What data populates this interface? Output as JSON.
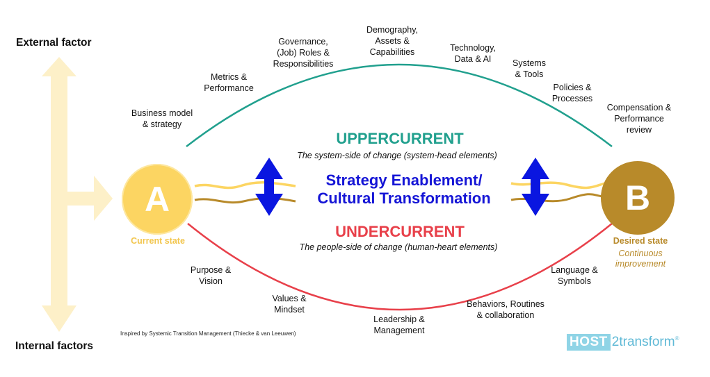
{
  "axis": {
    "top_label": "External factor",
    "bottom_label": "Internal factors"
  },
  "states": {
    "a": {
      "letter": "A",
      "label": "Current state"
    },
    "b": {
      "letter": "B",
      "label": "Desired state",
      "sublabel": "Continuous\nimprovement"
    }
  },
  "upper": {
    "title": "UPPERCURRENT",
    "subtitle": "The system-side of change (system-head elements)",
    "items": [
      "Business model\n& strategy",
      "Metrics &\nPerformance",
      "Governance,\n(Job) Roles &\nResponsibilities",
      "Demography,\nAssets &\nCapabilities",
      "Technology,\nData & AI",
      "Systems\n& Tools",
      "Policies &\nProcesses",
      "Compensation &\nPerformance\nreview"
    ]
  },
  "center": {
    "title": "Strategy Enablement/\nCultural Transformation"
  },
  "lower": {
    "title": "UNDERCURRENT",
    "subtitle": "The people-side of change (human-heart elements)",
    "items": [
      "Purpose &\nVision",
      "Values &\nMindset",
      "Leadership &\nManagement",
      "Behaviors, Routines\n& collaboration",
      "Language &\nSymbols"
    ]
  },
  "credit": "Inspired by Systemic Transition Management (Thiecke & van Leeuwen)",
  "logo": {
    "host": "HOST",
    "rest": "2transform",
    "mark": "®"
  },
  "colors": {
    "teal": "#21a08e",
    "red": "#e8404a",
    "blue": "#1515d6",
    "yellow": "#fcd562",
    "gold": "#b88a2a",
    "cream": "#fdf0c8",
    "arrow_blue": "#0a16e0"
  }
}
